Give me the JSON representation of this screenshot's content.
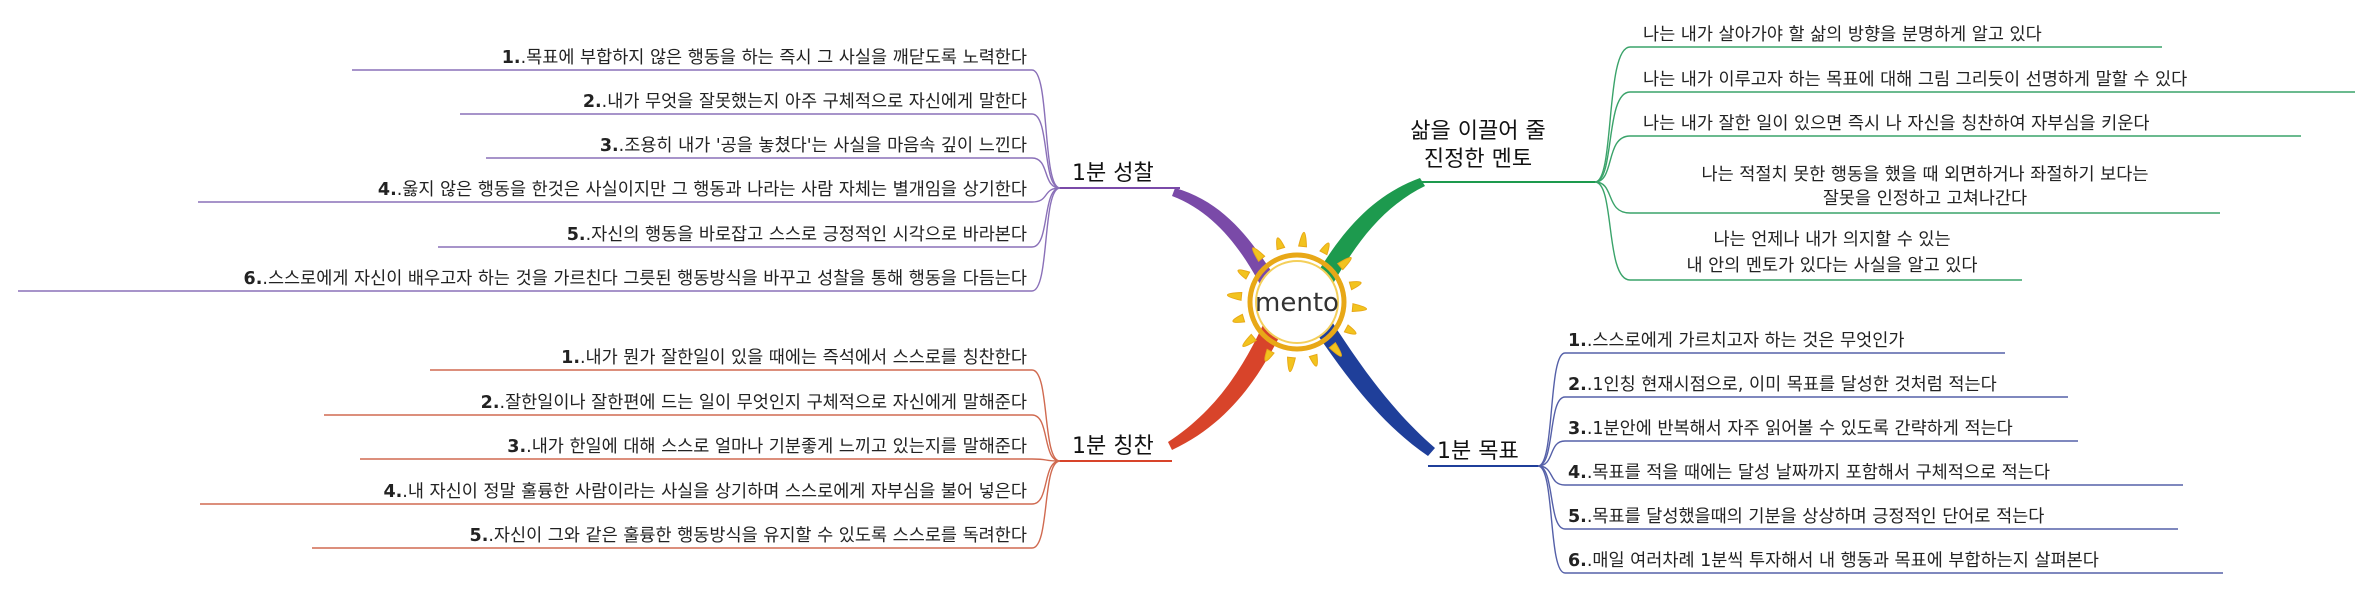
{
  "center": {
    "label": "mento"
  },
  "colors": {
    "mento": "#1d9a4e",
    "goal": "#1f3f9a",
    "reflect": "#7a4aa8",
    "praise": "#d8442a",
    "mento_line": "#3aa36a",
    "goal_line": "#5560a8",
    "reflect_line": "#8a70b8",
    "praise_line": "#d06a50",
    "sun_ray": "#f2c31e",
    "sun_ring": "#e8a817"
  },
  "branches": {
    "mento": {
      "label_line1": "삶을 이끌어 줄",
      "label_line2": "진정한 멘토",
      "items": [
        {
          "lines": [
            "나는 내가 살아가야 할 삶의 방향을 분명하게 알고 있다"
          ]
        },
        {
          "lines": [
            "나는 내가 이루고자 하는 목표에 대해 그림 그리듯이 선명하게 말할 수 있다"
          ]
        },
        {
          "lines": [
            "나는 내가 잘한 일이 있으면 즉시 나 자신을 칭찬하여 자부심을 키운다"
          ]
        },
        {
          "lines": [
            "나는 적절치 못한 행동을 했을 때 외면하거나 좌절하기 보다는",
            "잘못을 인정하고 고쳐나간다"
          ]
        },
        {
          "lines": [
            "나는 언제나 내가 의지할 수 있는",
            "내 안의 멘토가 있다는 사실을 알고 있다"
          ]
        }
      ]
    },
    "goal": {
      "label": "1분 목표",
      "items": [
        {
          "num": "1.",
          "text": ".스스로에게 가르치고자 하는 것은 무엇인가"
        },
        {
          "num": "2.",
          "text": ".1인칭 현재시점으로, 이미 목표를 달성한 것처럼 적는다"
        },
        {
          "num": "3.",
          "text": ".1분안에 반복해서 자주 읽어볼 수 있도록 간략하게 적는다"
        },
        {
          "num": "4.",
          "text": ".목표를 적을 때에는 달성 날짜까지 포함해서 구체적으로 적는다"
        },
        {
          "num": "5.",
          "text": ".목표를 달성했을때의 기분을 상상하며 긍정적인 단어로 적는다"
        },
        {
          "num": "6.",
          "text": ".매일 여러차례 1분씩 투자해서 내 행동과 목표에 부합하는지 살펴본다"
        }
      ]
    },
    "reflect": {
      "label": "1분 성찰",
      "items": [
        {
          "num": "1.",
          "text": ".목표에 부합하지 않은 행동을 하는 즉시 그 사실을 깨닫도록 노력한다"
        },
        {
          "num": "2.",
          "text": ".내가 무엇을 잘못했는지 아주 구체적으로 자신에게 말한다"
        },
        {
          "num": "3.",
          "text": ".조용히 내가 '공을 놓쳤다'는 사실을 마음속 깊이 느낀다"
        },
        {
          "num": "4.",
          "text": ".옳지 않은 행동을 한것은 사실이지만 그 행동과 나라는 사람 자체는 별개임을 상기한다"
        },
        {
          "num": "5.",
          "text": ".자신의 행동을 바로잡고 스스로 긍정적인 시각으로 바라본다"
        },
        {
          "num": "6.",
          "text": ".스스로에게 자신이 배우고자 하는 것을 가르친다 그릇된 행동방식을 바꾸고 성찰을 통해 행동을 다듬는다"
        }
      ]
    },
    "praise": {
      "label": "1분 칭찬",
      "items": [
        {
          "num": "1.",
          "text": ".내가 뭔가 잘한일이 있을 때에는 즉석에서 스스로를 칭찬한다"
        },
        {
          "num": "2.",
          "text": ".잘한일이나 잘한편에 드는 일이 무엇인지 구체적으로 자신에게 말해준다"
        },
        {
          "num": "3.",
          "text": ".내가 한일에 대해 스스로 얼마나 기분좋게 느끼고 있는지를 말해준다"
        },
        {
          "num": "4.",
          "text": ".내 자신이 정말 훌륭한 사람이라는 사실을 상기하며 스스로에게 자부심을 불어 넣은다"
        },
        {
          "num": "5.",
          "text": ".자신이 그와 같은 훌륭한 행동방식을 유지할 수 있도록 스스로를 독려한다"
        }
      ]
    }
  }
}
